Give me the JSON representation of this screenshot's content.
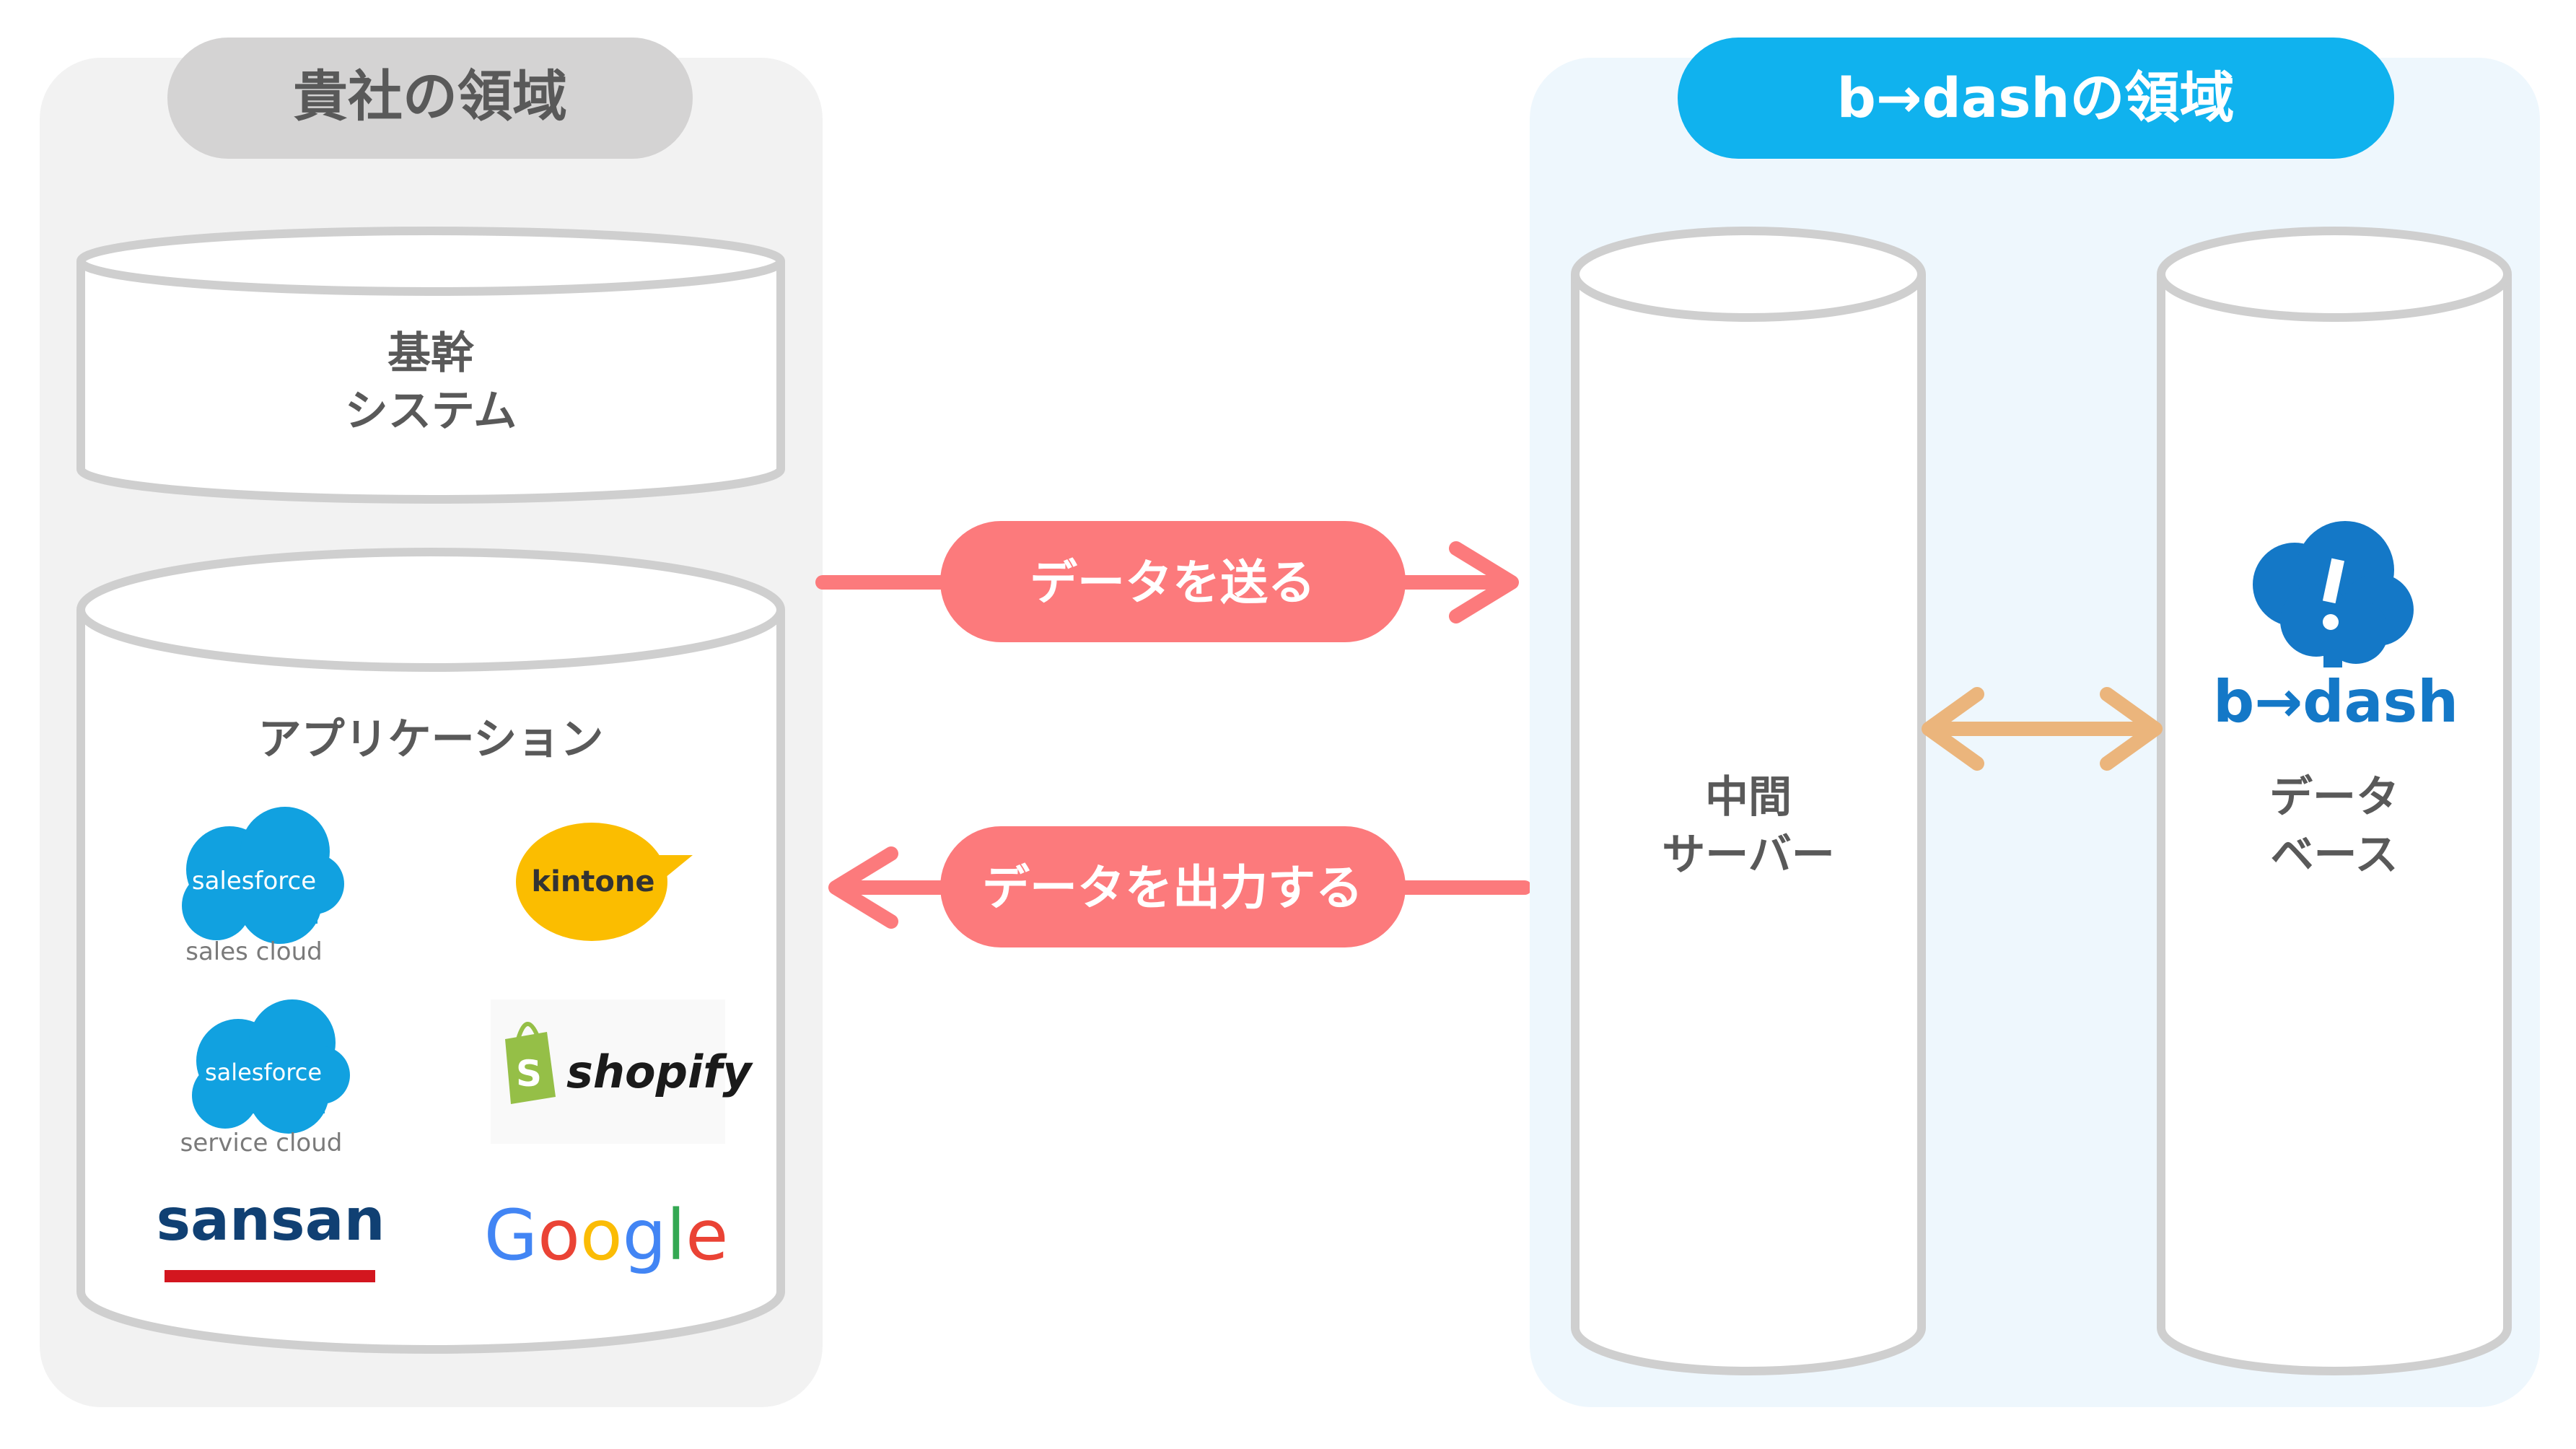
{
  "left_region": {
    "title": "貴社の領域",
    "core_system": {
      "line1": "基幹",
      "line2": "システム"
    },
    "applications": {
      "title": "アプリケーション",
      "logos": {
        "salesforce_sales": {
          "brand": "salesforce",
          "caption": "sales cloud",
          "icon": "salesforce-cloud-icon"
        },
        "kintone": {
          "brand": "kintone",
          "icon": "kintone-speech-bubble-icon"
        },
        "salesforce_service": {
          "brand": "salesforce",
          "caption": "service cloud",
          "icon": "salesforce-cloud-icon"
        },
        "shopify": {
          "brand": "shopify",
          "icon": "shopify-bag-icon"
        },
        "sansan": {
          "brand": "sansan"
        },
        "google": {
          "letters": [
            "G",
            "o",
            "o",
            "g",
            "l",
            "e"
          ]
        }
      }
    }
  },
  "right_region": {
    "title": "b→dashの領域",
    "middle_server": {
      "line1": "中間",
      "line2": "サーバー"
    },
    "database": {
      "line1": "データ",
      "line2": "ベース",
      "logo_text": "b→dash",
      "logo_icon": "bdash-cloud-exclamation-icon"
    }
  },
  "flows": {
    "send": "データを送る",
    "output": "データを出力する"
  },
  "colors": {
    "left_panel_bg": "#f2f2f2",
    "left_title_pill": "#d4d3d3",
    "right_panel_bg": "#eef7fd",
    "right_title_pill": "#10b2ee",
    "arrow_pink": "#fc7a7c",
    "arrow_orange": "#ebb57c",
    "cylinder_stroke": "#cfcfcf",
    "text_dark": "#595959",
    "salesforce_blue": "#11a1e0",
    "kintone_yellow": "#fbbd00",
    "shopify_green": "#95bf47",
    "sansan_navy": "#104073",
    "sansan_red": "#d3161f",
    "bdash_blue": "#1478c7",
    "google_blue": "#4285f4",
    "google_red": "#ea4335",
    "google_yellow": "#fbbc05",
    "google_green": "#34a853"
  }
}
